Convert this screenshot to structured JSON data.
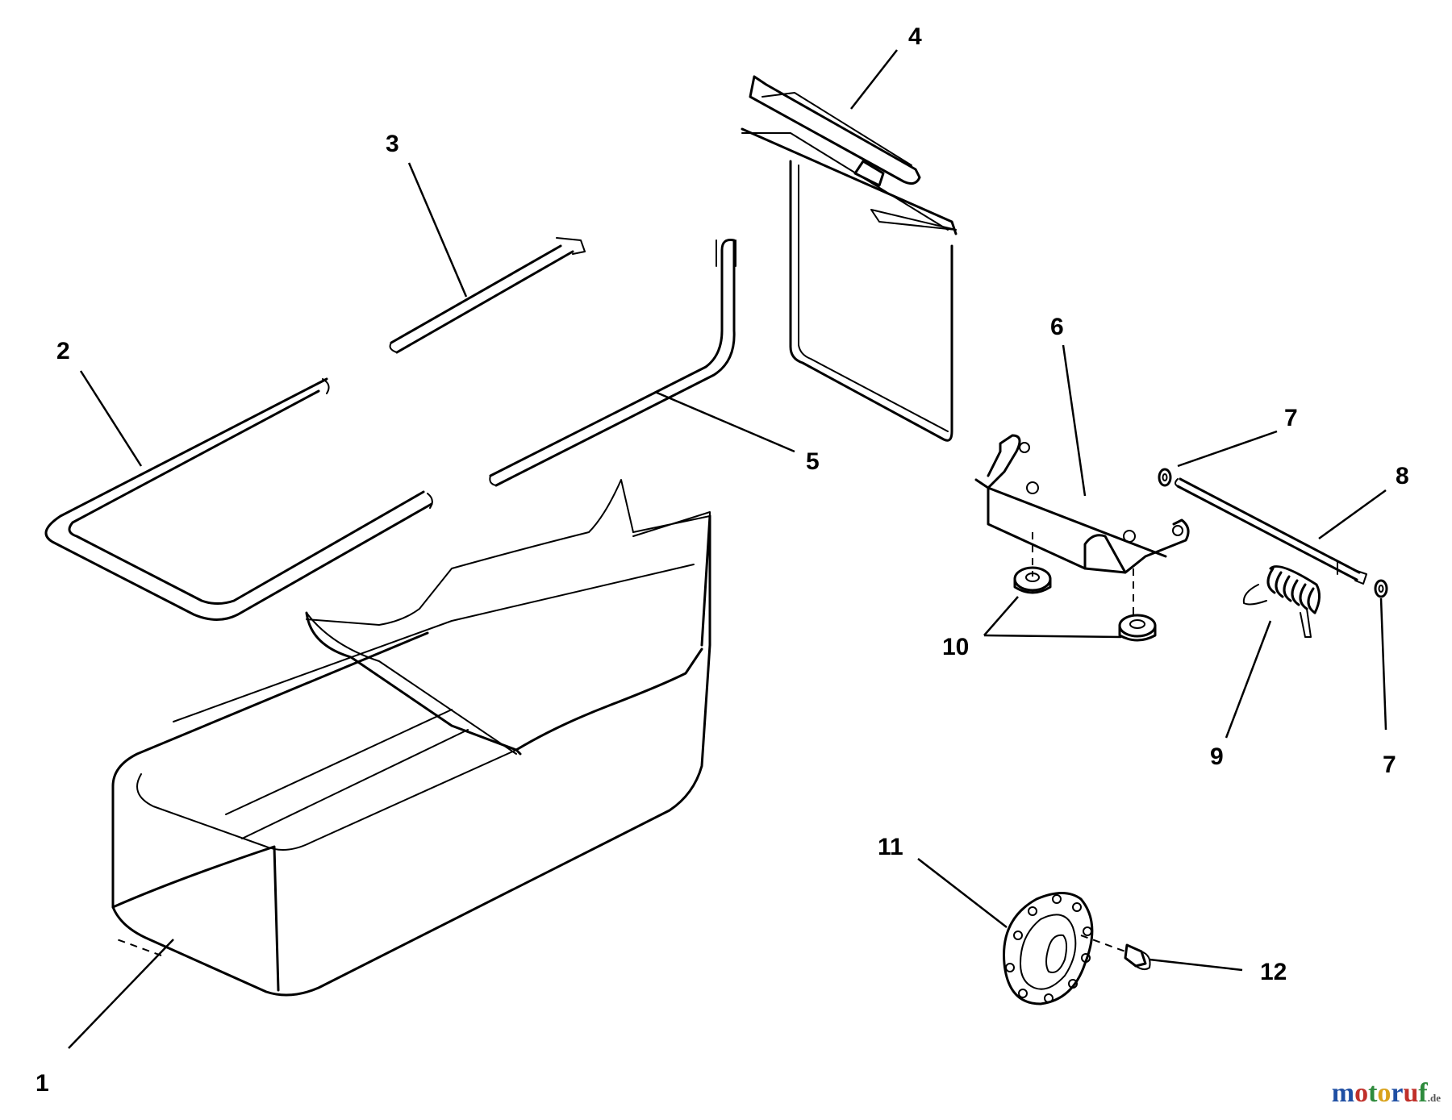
{
  "callouts": {
    "c1": "1",
    "c2": "2",
    "c3": "3",
    "c4": "4",
    "c5": "5",
    "c6": "6",
    "c7a": "7",
    "c7b": "7",
    "c8": "8",
    "c9": "9",
    "c10": "10",
    "c11": "11",
    "c12": "12"
  },
  "watermark": {
    "letters": [
      "m",
      "o",
      "t",
      "o",
      "r",
      "u",
      "f"
    ],
    "suffix": ".de",
    "colors": [
      "#1f4fa3",
      "#c0302a",
      "#2e8b3d",
      "#d9a21b",
      "#1f4fa3",
      "#c0302a",
      "#2e8b3d"
    ]
  }
}
